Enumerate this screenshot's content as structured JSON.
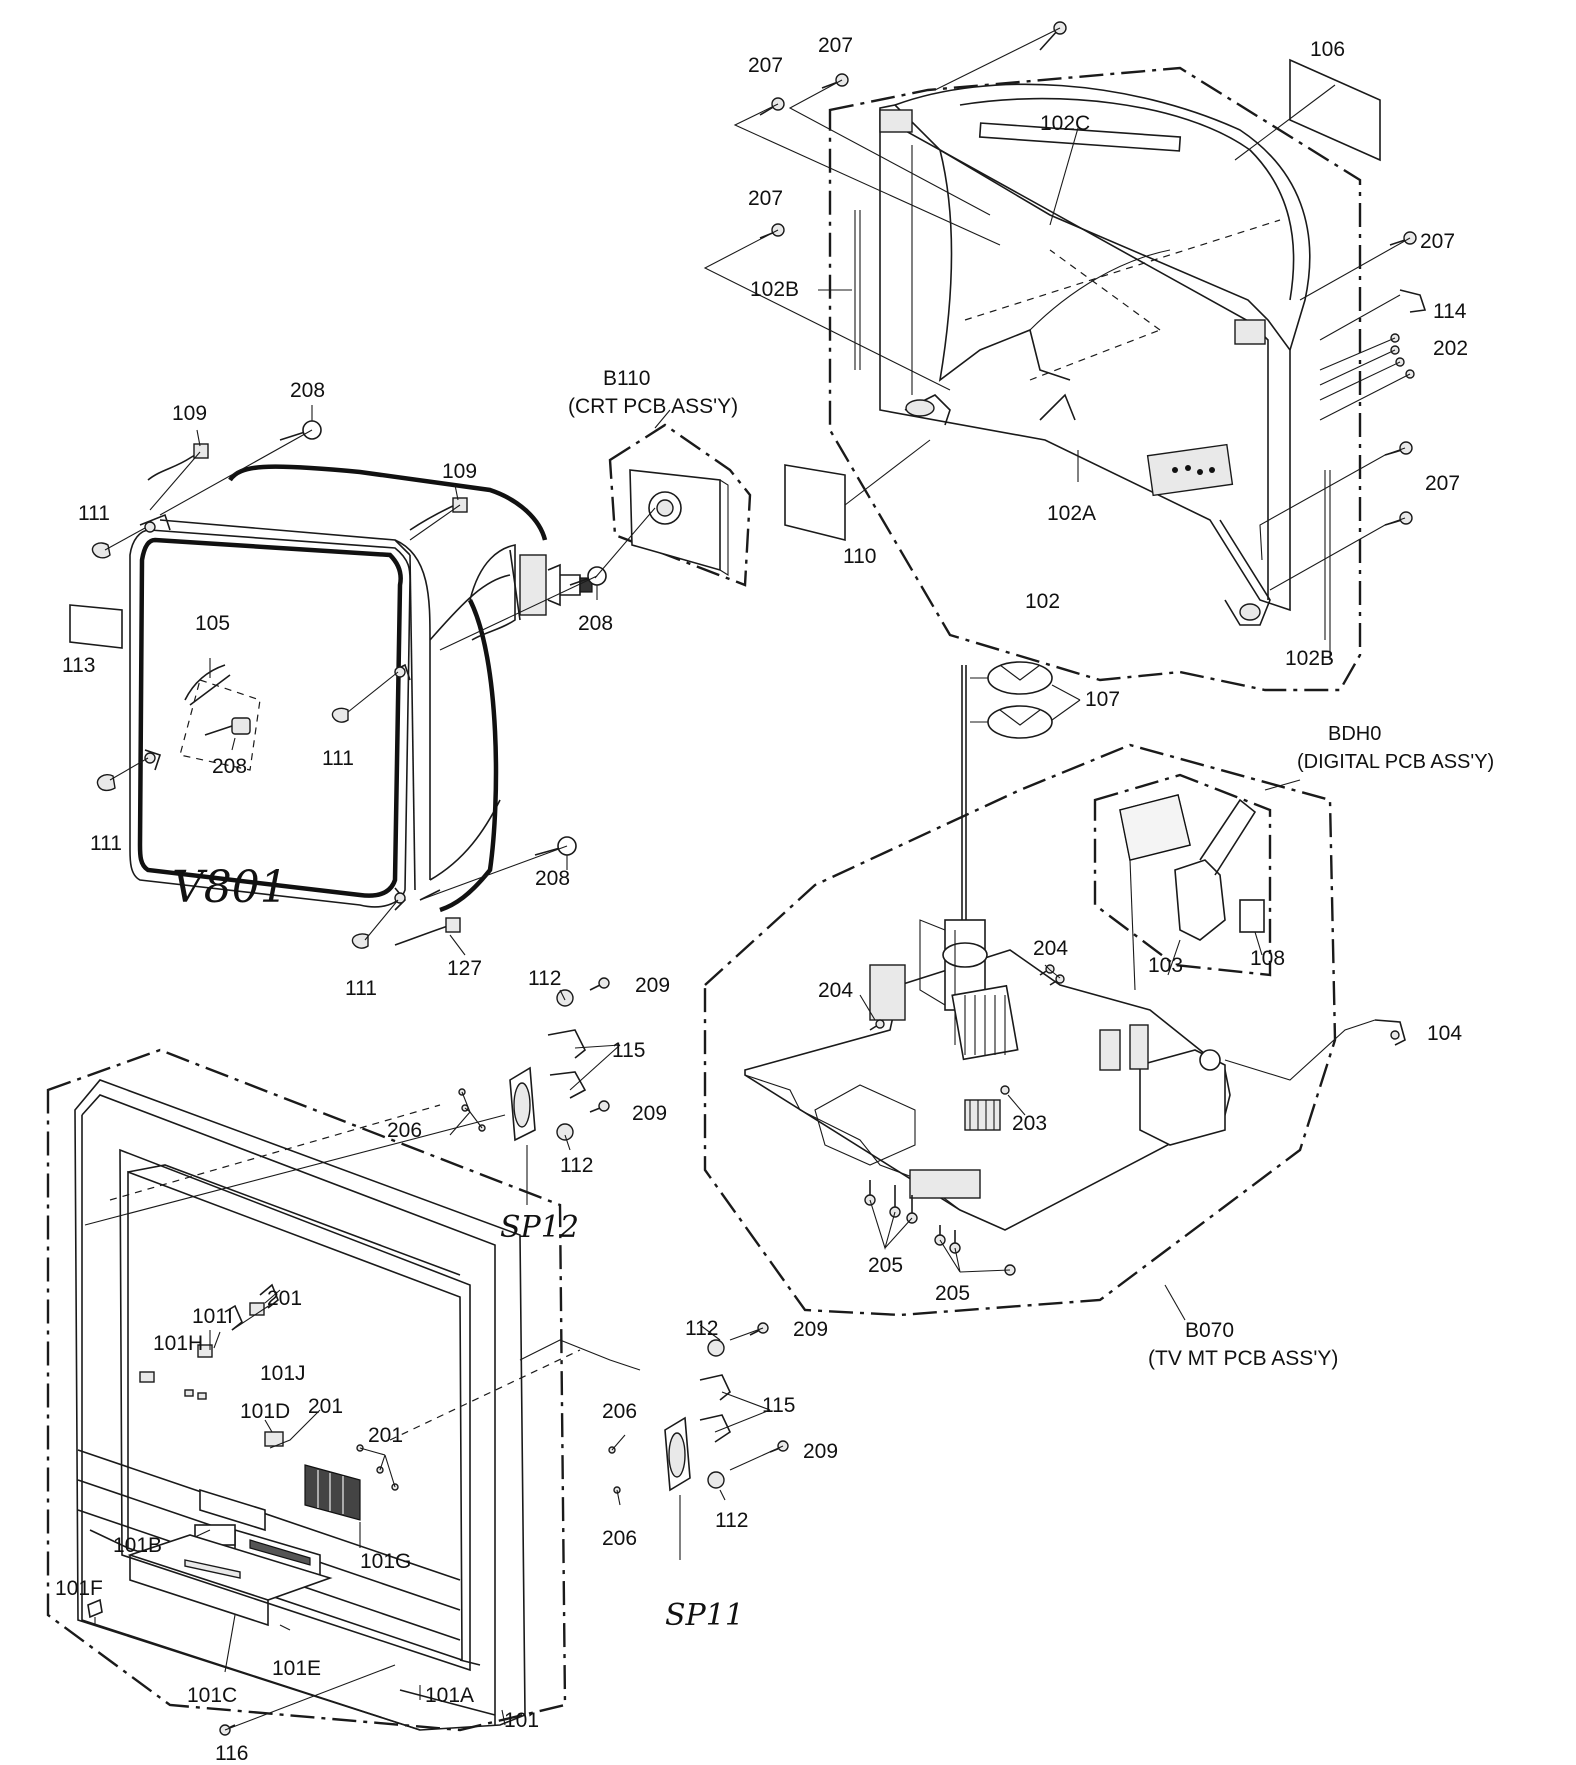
{
  "labels": {
    "l207a": "207",
    "l207b": "207",
    "l207c": "207",
    "l207d": "207",
    "l207e": "207",
    "l106": "106",
    "l102c": "102C",
    "l102b1": "102B",
    "l102b2": "102B",
    "l114": "114",
    "l202": "202",
    "l110": "110",
    "l102a": "102A",
    "l102": "102",
    "l107": "107",
    "b110": "B110",
    "b110desc": "(CRT PCB ASS'Y)",
    "bdh0": "BDH0",
    "bdh0desc": "(DIGITAL PCB ASS'Y)",
    "b070": "B070",
    "b070desc": "(TV MT PCB ASS'Y)",
    "l109a": "109",
    "l109b": "109",
    "l208a": "208",
    "l208b": "208",
    "l208c": "208",
    "l208d": "208",
    "l111a": "111",
    "l111b": "111",
    "l111c": "111",
    "l111d": "111",
    "l113": "113",
    "l105": "105",
    "l127": "127",
    "l103": "103",
    "l108": "108",
    "l104": "104",
    "l204a": "204",
    "l204b": "204",
    "l203": "203",
    "l205a": "205",
    "l205b": "205",
    "l112a": "112",
    "l112b": "112",
    "l112c": "112",
    "l112d": "112",
    "l209a": "209",
    "l209b": "209",
    "l209c": "209",
    "l209d": "209",
    "l115a": "115",
    "l115b": "115",
    "l206a": "206",
    "l206b": "206",
    "l206c": "206",
    "l101i": "101I",
    "l101h": "101H",
    "l101j": "101J",
    "l101d": "101D",
    "l201a": "201",
    "l201b": "201",
    "l201c": "201",
    "l101b": "101B",
    "l101g": "101G",
    "l101f": "101F",
    "l101e": "101E",
    "l101c": "101C",
    "l101a": "101A",
    "l101": "101",
    "l116": "116"
  },
  "handwritten": {
    "v801": "V801",
    "sp12": "SP12",
    "sp11": "SP11"
  }
}
